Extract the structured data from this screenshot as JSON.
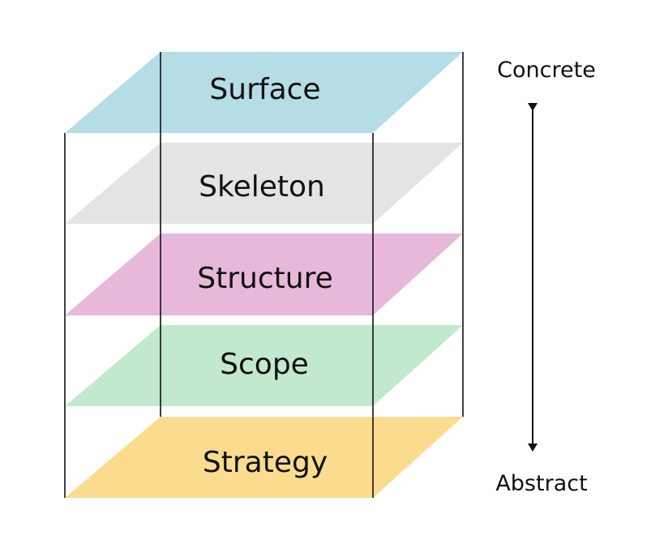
{
  "layers": [
    {
      "label": "Surface",
      "color": "#b5dde6"
    },
    {
      "label": "Skeleton",
      "color": "#e4e4e4"
    },
    {
      "label": "Structure",
      "color": "#e7b8d9"
    },
    {
      "label": "Scope",
      "color": "#c2e8cd"
    },
    {
      "label": "Strategy",
      "color": "#fbdc8f"
    }
  ],
  "axis": {
    "top_label": "Concrete",
    "bottom_label": "Abstract"
  }
}
